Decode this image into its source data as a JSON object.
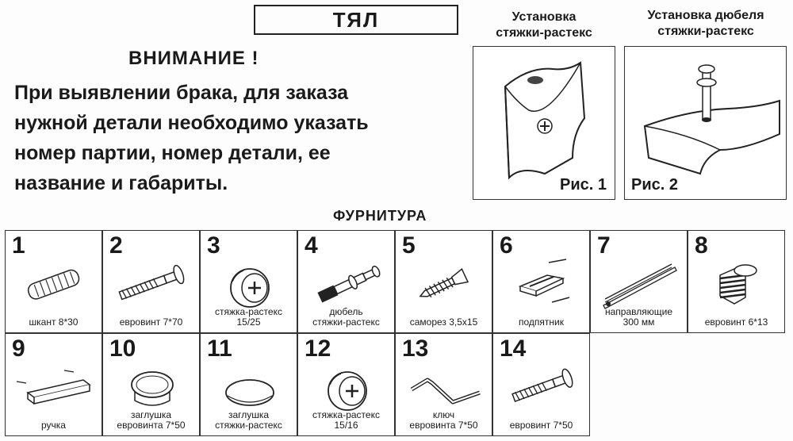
{
  "header": {
    "title": "ТЯЛ"
  },
  "warning": {
    "heading": "ВНИМАНИЕ !",
    "lines": [
      "При выявлении брака, для заказа",
      "нужной детали необходимо указать",
      "номер партии, номер детали, ее",
      "название и габариты."
    ]
  },
  "figures": [
    {
      "caption": [
        "Установка",
        "стяжки-растекс"
      ],
      "label": "Рис. 1"
    },
    {
      "caption": [
        "Установка дюбеля",
        "стяжки-растекс"
      ],
      "label": "Рис. 2"
    }
  ],
  "furniture": {
    "heading": "ФУРНИТУРА",
    "items": [
      {
        "num": "1",
        "label": [
          "шкант 8*30"
        ],
        "icon": "dowel-icon"
      },
      {
        "num": "2",
        "label": [
          "евровинт 7*70"
        ],
        "icon": "euroscrew-icon"
      },
      {
        "num": "3",
        "label": [
          "стяжка-растекс",
          "15/25"
        ],
        "icon": "cam-lock-icon"
      },
      {
        "num": "4",
        "label": [
          "дюбель",
          "стяжки-растекс"
        ],
        "icon": "cam-dowel-icon"
      },
      {
        "num": "5",
        "label": [
          "саморез 3,5х15"
        ],
        "icon": "wood-screw-icon"
      },
      {
        "num": "6",
        "label": [
          "подпятник"
        ],
        "icon": "foot-pad-icon"
      },
      {
        "num": "7",
        "label": [
          "направляющие",
          "300 мм"
        ],
        "icon": "drawer-rail-icon"
      },
      {
        "num": "8",
        "label": [
          "евровинт 6*13"
        ],
        "icon": "short-euroscrew-icon"
      },
      {
        "num": "9",
        "label": [
          "ручка"
        ],
        "icon": "handle-icon"
      },
      {
        "num": "10",
        "label": [
          "заглушка",
          "евровинта 7*50"
        ],
        "icon": "screw-cap-icon"
      },
      {
        "num": "11",
        "label": [
          "заглушка",
          "стяжки-растекс"
        ],
        "icon": "cam-cap-icon"
      },
      {
        "num": "12",
        "label": [
          "стяжка-растекс",
          "15/16"
        ],
        "icon": "cam-lock-icon"
      },
      {
        "num": "13",
        "label": [
          "ключ",
          "евровинта 7*50"
        ],
        "icon": "hex-key-icon"
      },
      {
        "num": "14",
        "label": [
          "евровинт 7*50"
        ],
        "icon": "euroscrew-icon"
      }
    ]
  }
}
